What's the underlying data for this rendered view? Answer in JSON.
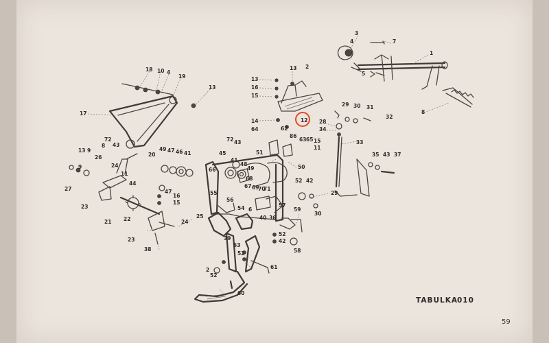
{
  "document": {
    "table_label": "TABULKA",
    "table_code": "010",
    "page_number": "59",
    "highlight_callout": "12",
    "highlight_color": "#e8472a"
  },
  "callouts": [
    {
      "id": "c3",
      "text": "3"
    },
    {
      "id": "c4",
      "text": "4"
    },
    {
      "id": "c7",
      "text": "7"
    },
    {
      "id": "c1",
      "text": "1"
    },
    {
      "id": "c5",
      "text": "5"
    },
    {
      "id": "c2a",
      "text": "2"
    },
    {
      "id": "c13a",
      "text": "13"
    },
    {
      "id": "c13b",
      "text": "13"
    },
    {
      "id": "c16a",
      "text": "16"
    },
    {
      "id": "c15a",
      "text": "15"
    },
    {
      "id": "c18",
      "text": "18"
    },
    {
      "id": "c10",
      "text": "10"
    },
    {
      "id": "c4b",
      "text": "4"
    },
    {
      "id": "c19",
      "text": "19"
    },
    {
      "id": "c13c",
      "text": "13"
    },
    {
      "id": "c17",
      "text": "17"
    },
    {
      "id": "c12",
      "text": "12"
    },
    {
      "id": "c29a",
      "text": "29"
    },
    {
      "id": "c30a",
      "text": "30"
    },
    {
      "id": "c31",
      "text": "31"
    },
    {
      "id": "c32",
      "text": "32"
    },
    {
      "id": "c28",
      "text": "28"
    },
    {
      "id": "c34",
      "text": "34"
    },
    {
      "id": "c8",
      "text": "8"
    },
    {
      "id": "c14",
      "text": "14"
    },
    {
      "id": "c64",
      "text": "64"
    },
    {
      "id": "c62",
      "text": "62"
    },
    {
      "id": "c86",
      "text": "86"
    },
    {
      "id": "c63",
      "text": "63"
    },
    {
      "id": "c65",
      "text": "65"
    },
    {
      "id": "c15b",
      "text": "15"
    },
    {
      "id": "c11a",
      "text": "11"
    },
    {
      "id": "c33",
      "text": "33"
    },
    {
      "id": "c72a",
      "text": "72"
    },
    {
      "id": "c43a",
      "text": "43"
    },
    {
      "id": "c45",
      "text": "45"
    },
    {
      "id": "c51",
      "text": "51"
    },
    {
      "id": "c35",
      "text": "35"
    },
    {
      "id": "c43b",
      "text": "43"
    },
    {
      "id": "c37",
      "text": "37"
    },
    {
      "id": "c72b",
      "text": "72"
    },
    {
      "id": "c8b",
      "text": "8"
    },
    {
      "id": "c43c",
      "text": "43"
    },
    {
      "id": "c13d",
      "text": "13"
    },
    {
      "id": "c9a",
      "text": "9"
    },
    {
      "id": "c26",
      "text": "26"
    },
    {
      "id": "c20",
      "text": "20"
    },
    {
      "id": "c49",
      "text": "49"
    },
    {
      "id": "c47",
      "text": "47"
    },
    {
      "id": "c46",
      "text": "46"
    },
    {
      "id": "c41a",
      "text": "41"
    },
    {
      "id": "c41b",
      "text": "41"
    },
    {
      "id": "c48",
      "text": "48"
    },
    {
      "id": "c49b",
      "text": "49"
    },
    {
      "id": "c50",
      "text": "50"
    },
    {
      "id": "c24a",
      "text": "24"
    },
    {
      "id": "c9b",
      "text": "9"
    },
    {
      "id": "c11b",
      "text": "11"
    },
    {
      "id": "c44",
      "text": "44"
    },
    {
      "id": "c66",
      "text": "66"
    },
    {
      "id": "c47b",
      "text": "47"
    },
    {
      "id": "c55",
      "text": "55"
    },
    {
      "id": "c56",
      "text": "56"
    },
    {
      "id": "c67",
      "text": "67"
    },
    {
      "id": "c68",
      "text": "68"
    },
    {
      "id": "c69",
      "text": "69"
    },
    {
      "id": "c70",
      "text": "70"
    },
    {
      "id": "c71",
      "text": "71"
    },
    {
      "id": "c52a",
      "text": "52"
    },
    {
      "id": "c42a",
      "text": "42"
    },
    {
      "id": "c29b",
      "text": "29"
    },
    {
      "id": "c27",
      "text": "27"
    },
    {
      "id": "c16b",
      "text": "16"
    },
    {
      "id": "c15c",
      "text": "15"
    },
    {
      "id": "c23a",
      "text": "23"
    },
    {
      "id": "c54",
      "text": "54"
    },
    {
      "id": "c6",
      "text": "6"
    },
    {
      "id": "c57",
      "text": "57"
    },
    {
      "id": "c40",
      "text": "40"
    },
    {
      "id": "c36",
      "text": "36"
    },
    {
      "id": "c59",
      "text": "59"
    },
    {
      "id": "c30b",
      "text": "30"
    },
    {
      "id": "c21",
      "text": "21"
    },
    {
      "id": "c22",
      "text": "22"
    },
    {
      "id": "c24b",
      "text": "24"
    },
    {
      "id": "c25",
      "text": "25"
    },
    {
      "id": "c23b",
      "text": "23"
    },
    {
      "id": "c38",
      "text": "38"
    },
    {
      "id": "c39",
      "text": "39"
    },
    {
      "id": "c52b",
      "text": "52"
    },
    {
      "id": "c42b",
      "text": "42"
    },
    {
      "id": "c58",
      "text": "58"
    },
    {
      "id": "c53",
      "text": "53"
    },
    {
      "id": "c52c",
      "text": "52"
    },
    {
      "id": "c61",
      "text": "61"
    },
    {
      "id": "c2b",
      "text": "2"
    },
    {
      "id": "c52d",
      "text": "52"
    },
    {
      "id": "c60",
      "text": "60"
    }
  ]
}
